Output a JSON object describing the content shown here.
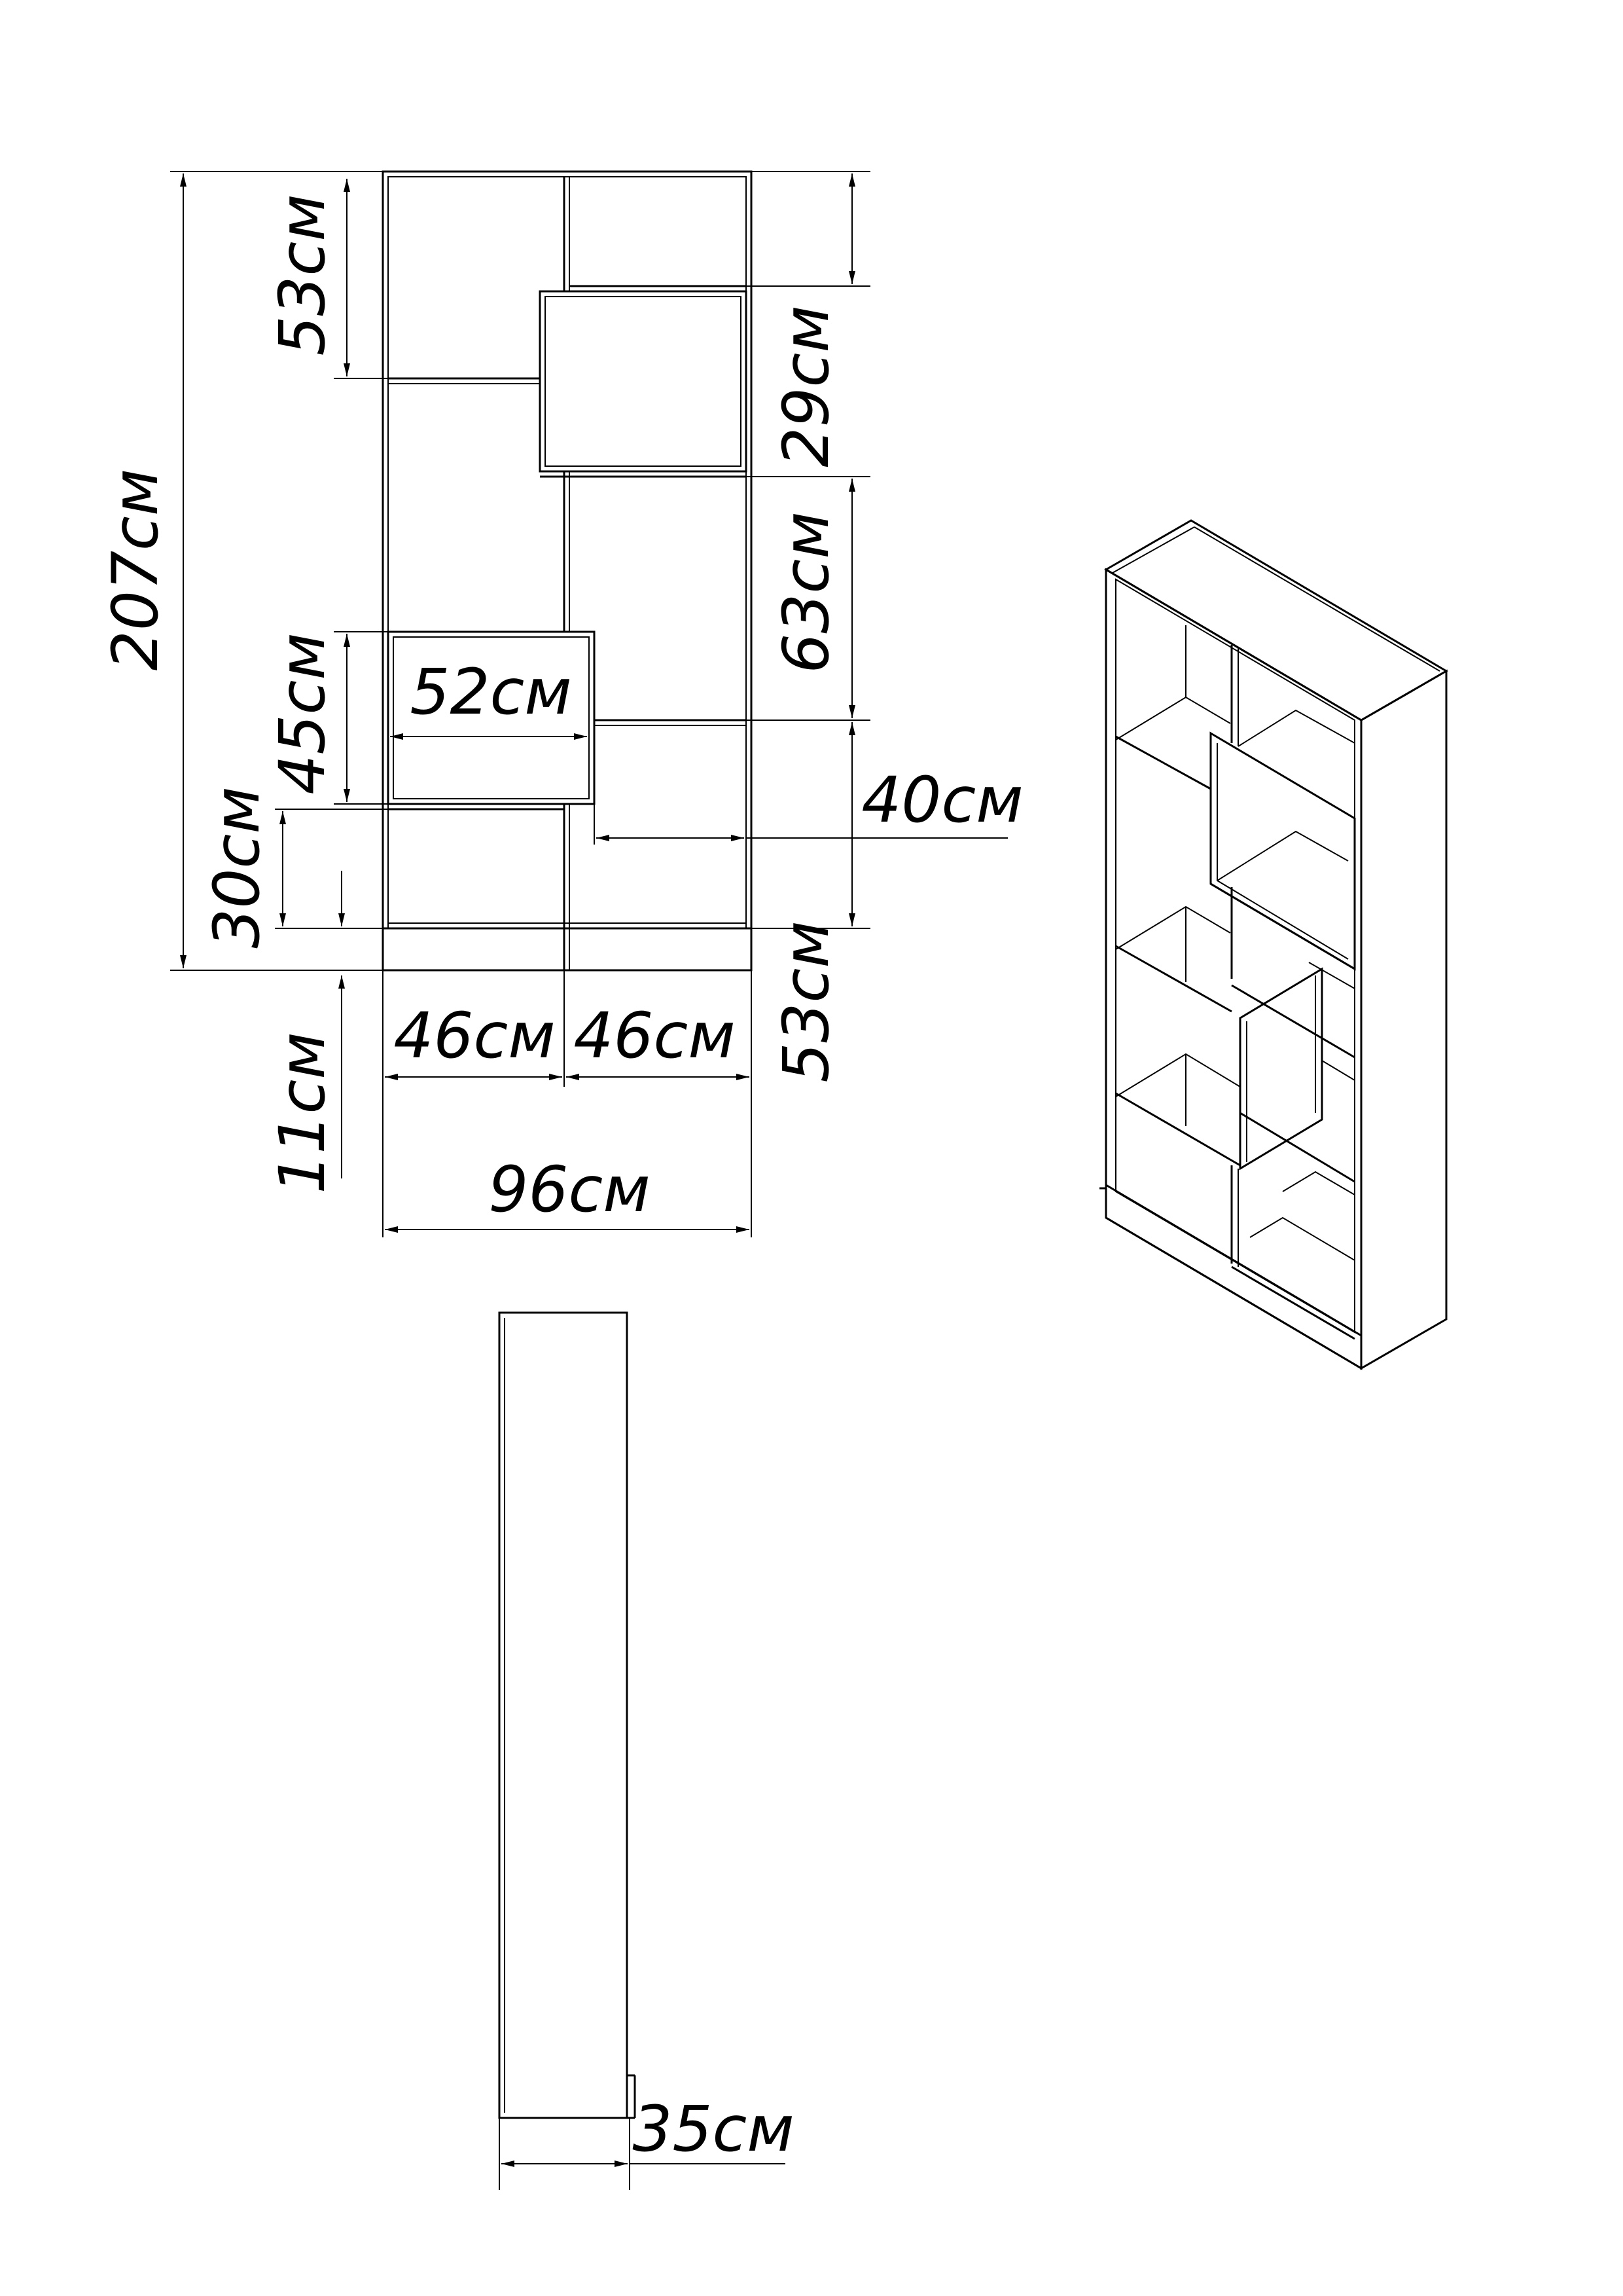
{
  "front_view": {
    "total_height": "207см",
    "top_section_left": "53см",
    "upper_box_height": "29см",
    "middle_right": "63см",
    "lower_box_height": "45см",
    "box_width": "52см",
    "bottom_left_gap": "30см",
    "bottom_right_gap": "40см",
    "bottom_right_section": "53см",
    "plinth_height": "11см",
    "left_column_width": "46см",
    "right_column_width": "46см",
    "total_width": "96см"
  },
  "side_view": {
    "depth": "35см"
  }
}
